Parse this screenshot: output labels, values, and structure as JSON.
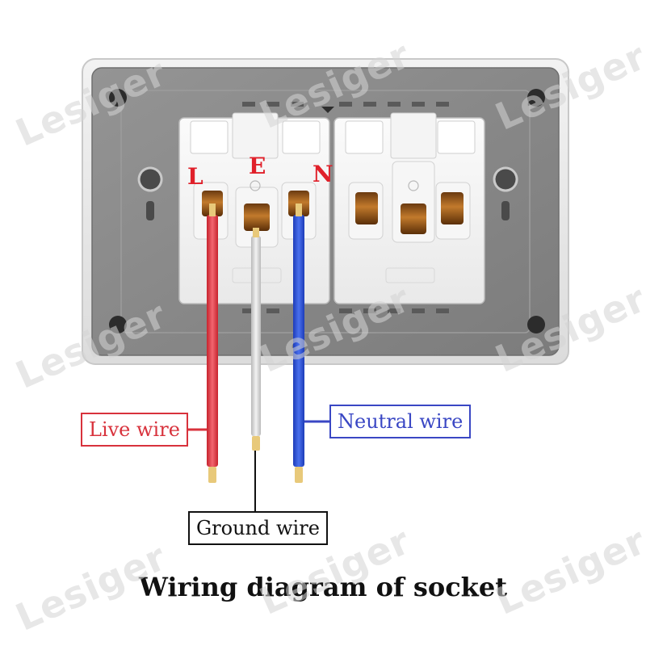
{
  "terminals": {
    "live": "L",
    "earth": "E",
    "neutral": "N"
  },
  "labels": {
    "live": "Live wire",
    "neutral": "Neutral wire",
    "ground": "Ground wire"
  },
  "caption": "Wiring diagram of socket",
  "watermark": "Lesiger",
  "colors": {
    "live_wire": "#e8404a",
    "neutral_wire": "#2e52d8",
    "ground_wire": "#d6d6d6",
    "accent_red": "#e0202a",
    "panel_gray": "#8a8a8a"
  }
}
